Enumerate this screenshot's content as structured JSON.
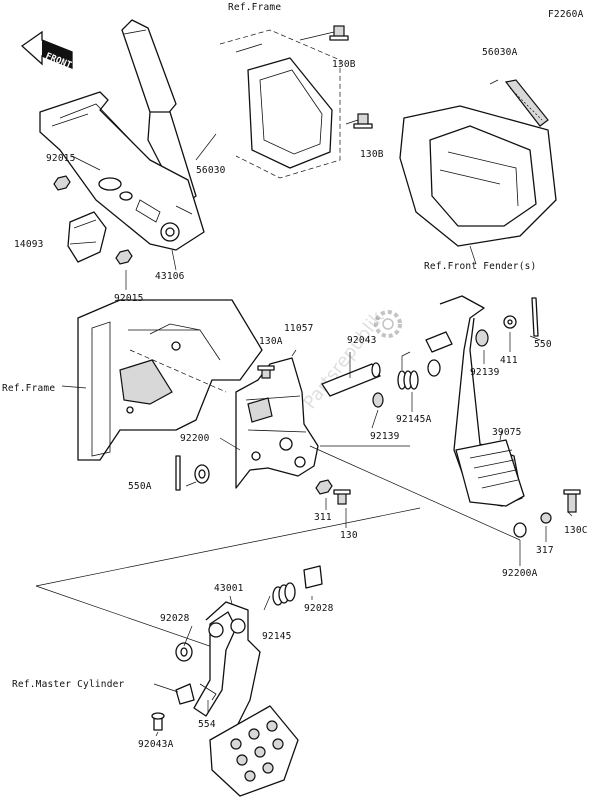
{
  "diagram_code": "F2260A",
  "front_badge": "FRONT",
  "watermark_text": "Partsrepublik",
  "labels": {
    "ref_frame_top": "Ref.Frame",
    "ref_frame_left": "Ref.Frame",
    "ref_front_fender": "Ref.Front Fender(s)",
    "ref_master_cylinder": "Ref.Master Cylinder",
    "p130b_a": "130B",
    "p130b_b": "130B",
    "p56030a": "56030A",
    "p56030": "56030",
    "p92015_a": "92015",
    "p92015_b": "92015",
    "p14093": "14093",
    "p43106": "43106",
    "p130a": "130A",
    "p11057": "11057",
    "p92043": "92043",
    "p550": "550",
    "p411": "411",
    "p92139_a": "92139",
    "p92139_b": "92139",
    "p92145a": "92145A",
    "p92200": "92200",
    "p550a": "550A",
    "p39075": "39075",
    "p311": "311",
    "p130": "130",
    "p130c": "130C",
    "p317": "317",
    "p92200a": "92200A",
    "p43001": "43001",
    "p92028_a": "92028",
    "p92028_b": "92028",
    "p92145": "92145",
    "p554": "554",
    "p92043a": "92043A"
  },
  "icons": {
    "front_arrow": "front-arrow-icon",
    "watermark": "gear-logo-icon"
  }
}
